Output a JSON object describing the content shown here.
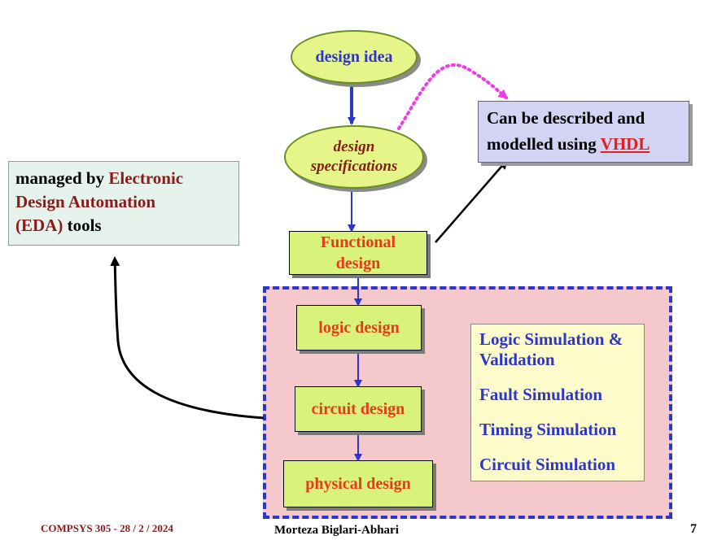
{
  "nodes": {
    "design_idea": "design idea",
    "design_spec_line1": "design",
    "design_spec_line2": "specifications",
    "functional_line1": "Functional",
    "functional_line2": "design",
    "logic": "logic design",
    "circuit": "circuit design",
    "physical": "physical design"
  },
  "simulations": [
    "Logic Simulation & Validation",
    "Fault Simulation",
    "Timing Simulation",
    "Circuit Simulation"
  ],
  "notes": {
    "vhdl_prefix_line1": "Can be described and",
    "vhdl_prefix_line2": "modelled using ",
    "vhdl_term": "VHDL",
    "eda_prefix": "managed by ",
    "eda_term_line1": "Electronic",
    "eda_term_line2": "Design Automation",
    "eda_term_line3": "(EDA)",
    "eda_suffix": " tools"
  },
  "footer": {
    "course": "COMPSYS 305 -  28 / 2 / 2024",
    "author": "Morteza Biglari-Abhari",
    "page": "7"
  },
  "colors": {
    "arrow_blue": "#2e35c9",
    "node_fill": "#d9f27a",
    "node_text_red": "#e8391a",
    "dashed_border": "#2e35c9",
    "dotted_magenta": "#f03ce6",
    "eda_red": "#8b1a1a"
  }
}
